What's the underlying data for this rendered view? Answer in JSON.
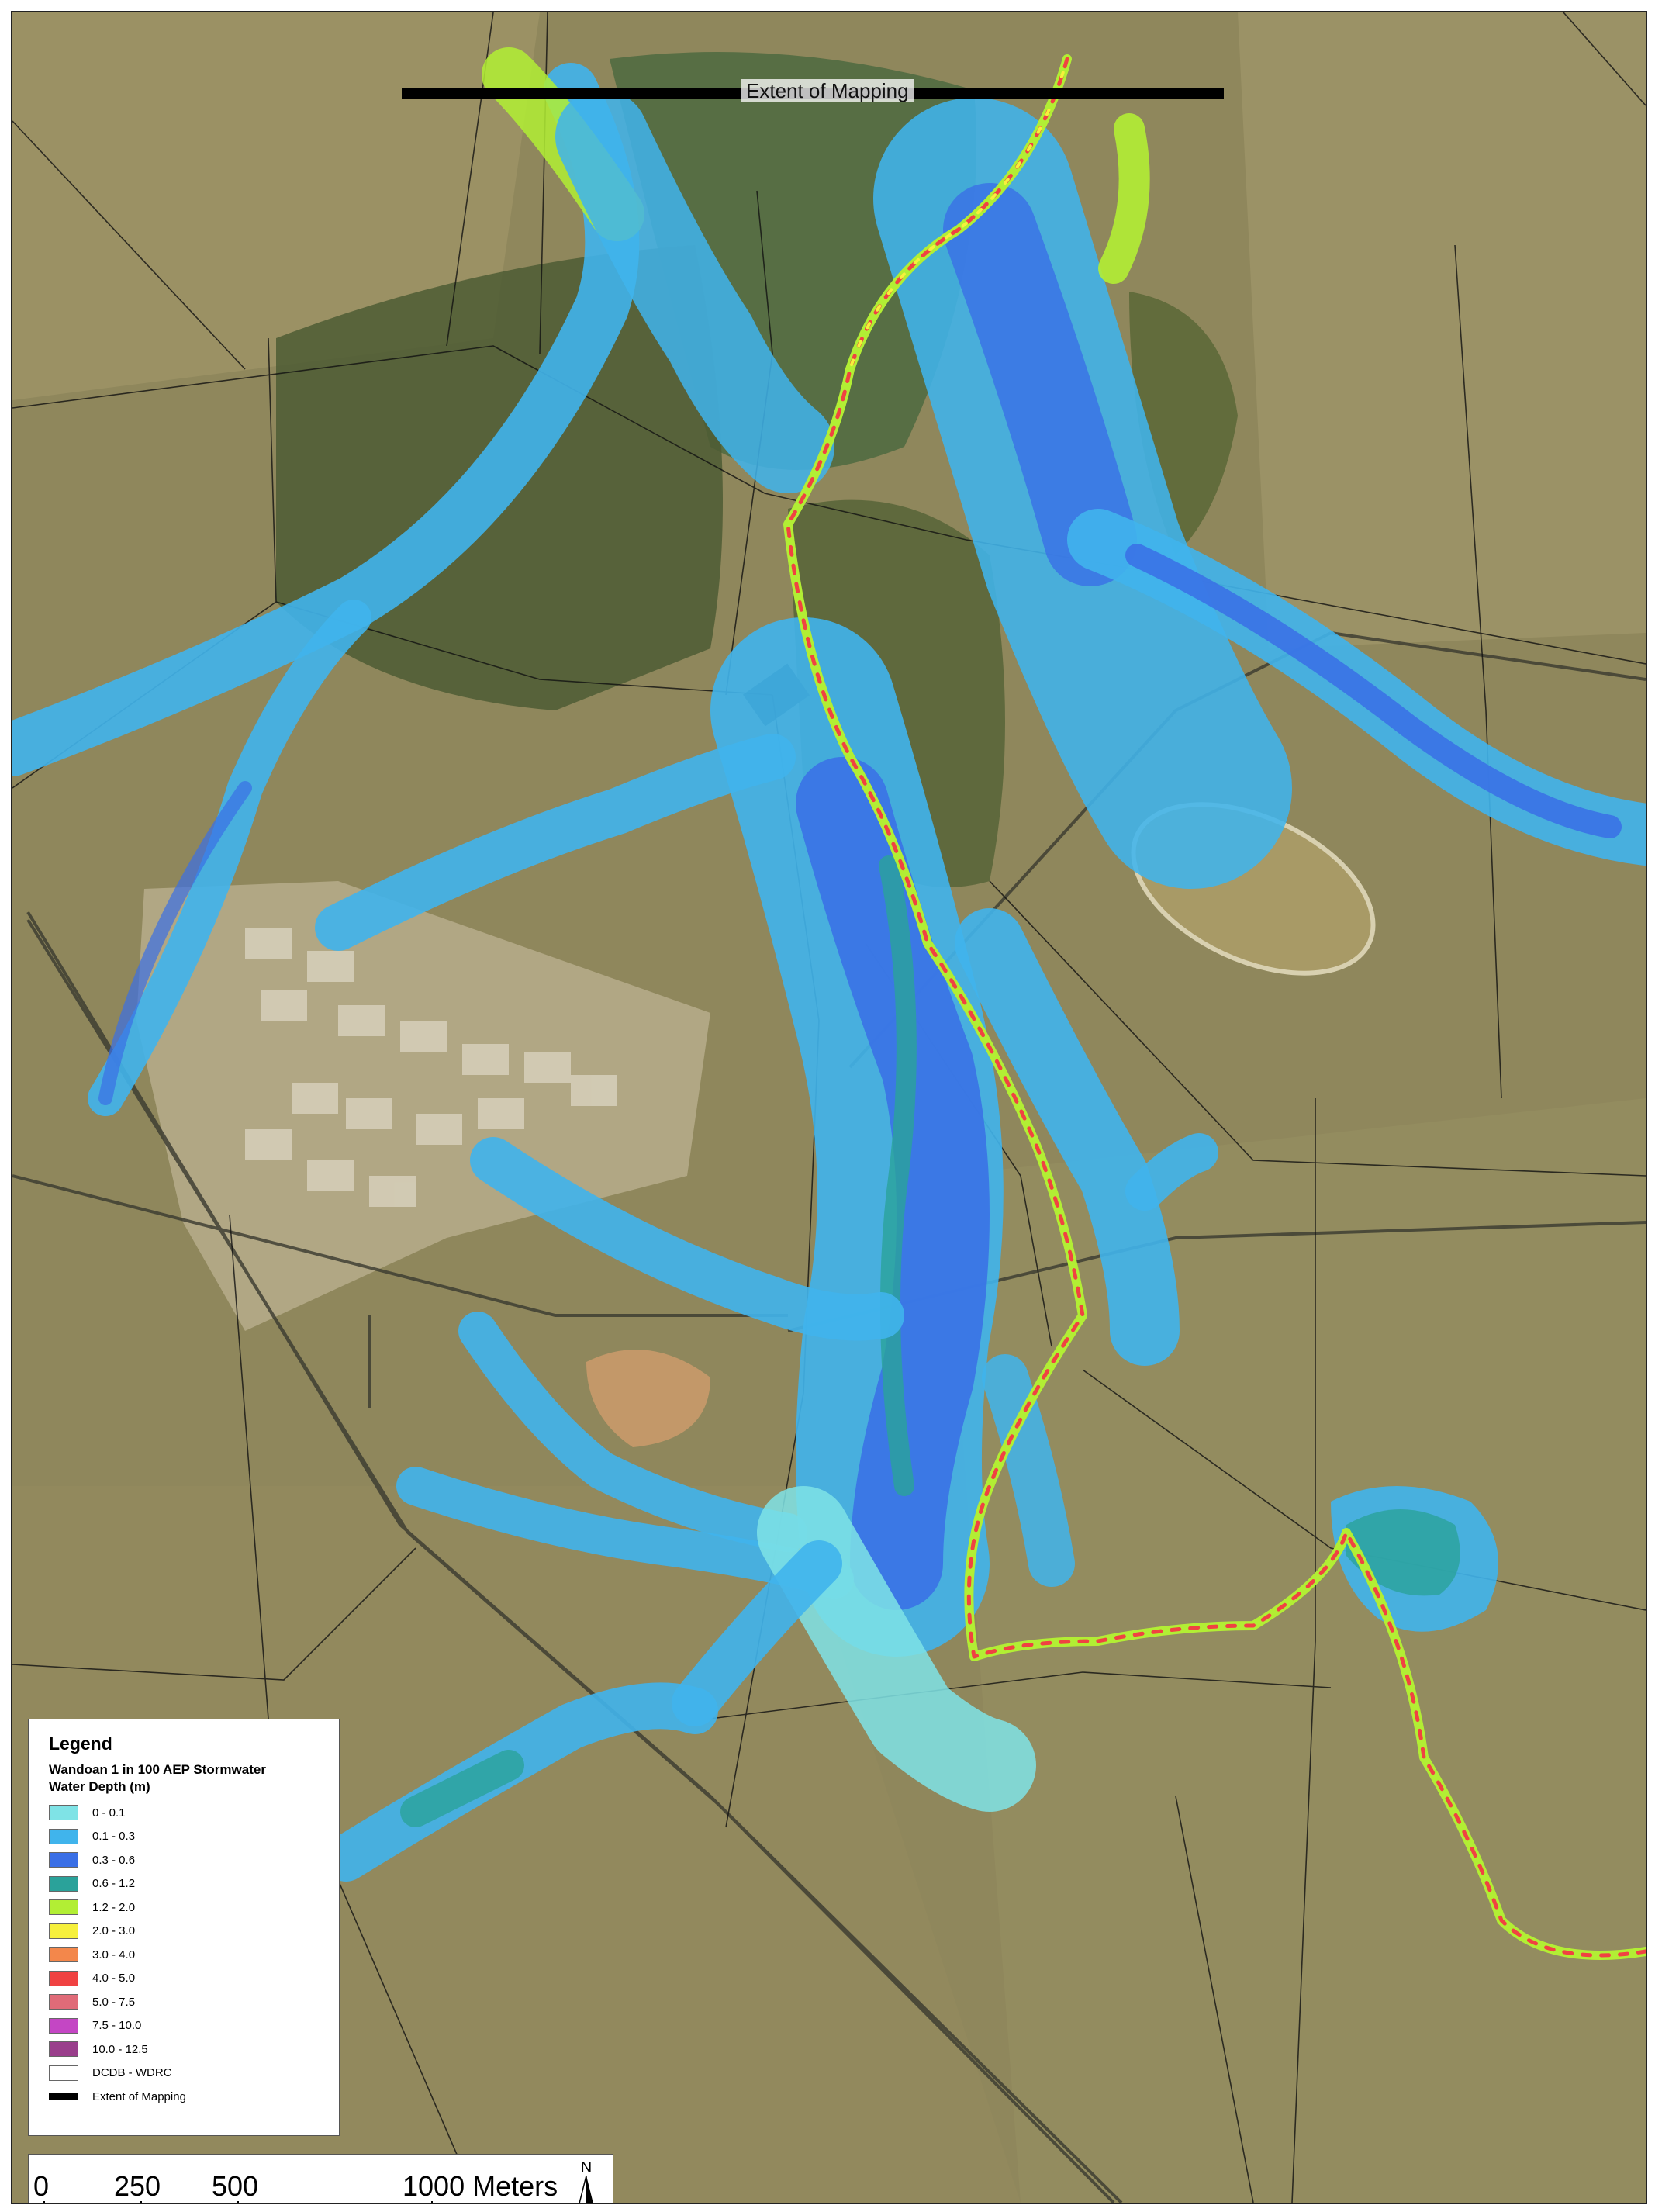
{
  "map": {
    "extent_label": "Extent of Mapping"
  },
  "legend": {
    "title": "Legend",
    "subtitle": "Wandoan 1 in 100 AEP Stormwater",
    "depth_heading": "Water Depth (m)",
    "classes": [
      {
        "label": "0 - 0.1",
        "color": "#7fe3e6"
      },
      {
        "label": "0.1 - 0.3",
        "color": "#40b4ec"
      },
      {
        "label": "0.3 - 0.6",
        "color": "#3a6fe6"
      },
      {
        "label": "0.6 - 1.2",
        "color": "#2aa29a"
      },
      {
        "label": "1.2 - 2.0",
        "color": "#b2ee34"
      },
      {
        "label": "2.0 - 3.0",
        "color": "#f6f03c"
      },
      {
        "label": "3.0 - 4.0",
        "color": "#f3874b"
      },
      {
        "label": "4.0 - 5.0",
        "color": "#f04242"
      },
      {
        "label": "5.0 - 7.5",
        "color": "#e06b78"
      },
      {
        "label": "7.5 - 10.0",
        "color": "#c446c4"
      },
      {
        "label": "10.0 - 12.5",
        "color": "#9a3f8c"
      }
    ],
    "dcdb_label": "DCDB - WDRC",
    "extent_label": "Extent of Mapping"
  },
  "scalebar": {
    "labels": [
      "0",
      "250",
      "500",
      "1000 Meters"
    ],
    "north_label": "N"
  }
}
